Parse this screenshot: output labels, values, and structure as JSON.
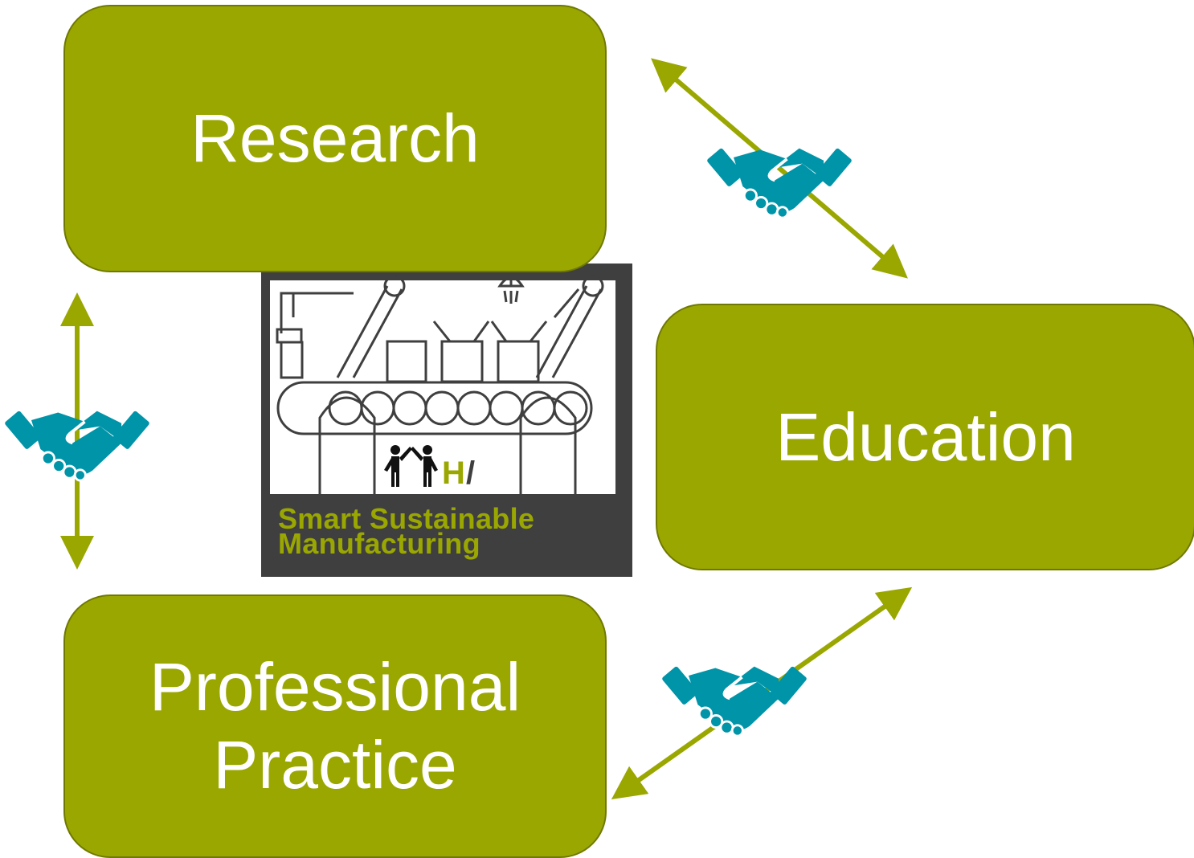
{
  "nodes": {
    "research": "Research",
    "education": "Education",
    "practice": "Professional\nPractice"
  },
  "logo": {
    "line1": "Smart Sustainable",
    "line2": "Manufacturing",
    "mark_letter": "H",
    "mark_slash": "/"
  },
  "colors": {
    "box": "#9aa701",
    "arrow": "#9aa701",
    "handshake": "#0094a9",
    "logo_bg": "#3f3f3f"
  },
  "icons": [
    "handshake-icon",
    "double-arrow",
    "robot-factory-logo"
  ]
}
